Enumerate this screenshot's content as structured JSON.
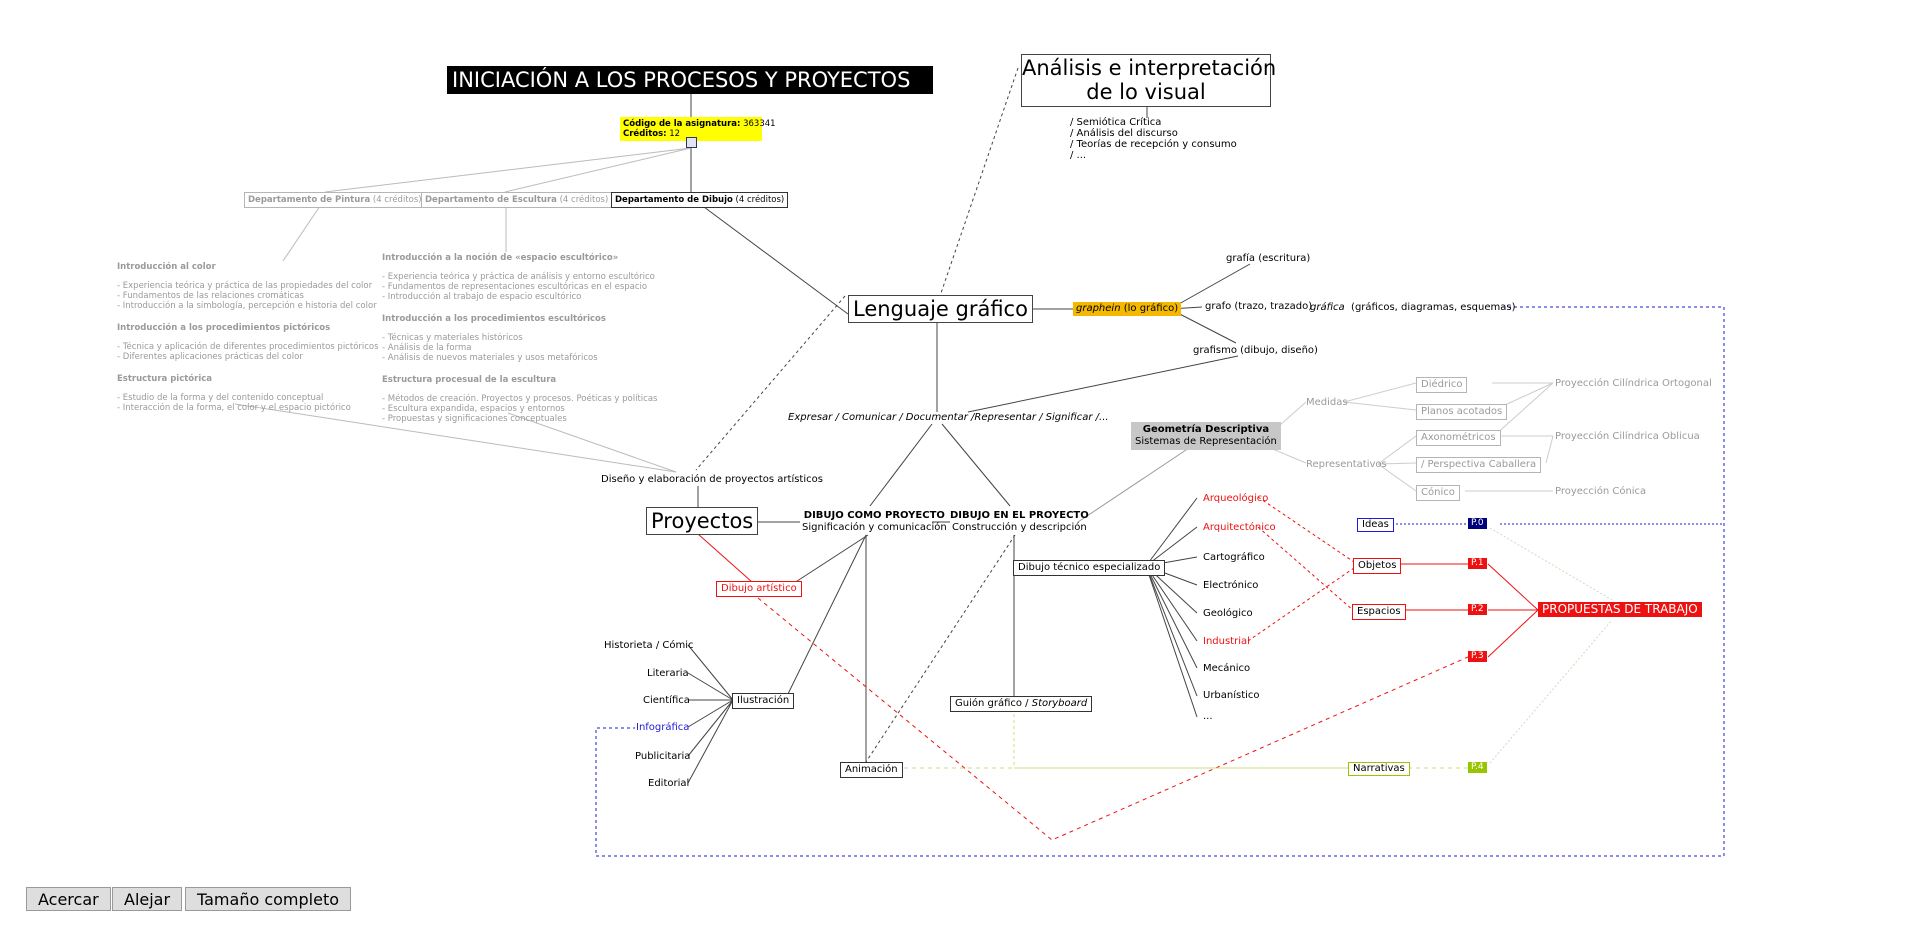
{
  "header": {
    "title": "INICIACIÓN A LOS PROCESOS Y PROYECTOS",
    "code_label": "Código de la asignatura:",
    "code_value": "363341",
    "credits_label": "Créditos:",
    "credits_value": "12"
  },
  "analysis": {
    "title_line1": "Análisis e interpretación",
    "title_line2": "de lo visual",
    "items": [
      "/ Semiótica Crítica",
      "/ Análisis del discurso",
      "/ Teorías de recepción y consumo",
      "/ ..."
    ]
  },
  "departments": {
    "pintura": {
      "name": "Departamento de Pintura",
      "credits": "(4 créditos)"
    },
    "escultura": {
      "name": "Departamento de Escultura",
      "credits": "(4 créditos)"
    },
    "dibujo": {
      "name": "Departamento de Dibujo",
      "credits": "(4 créditos)"
    }
  },
  "pintura_sections": [
    {
      "heading": "Introducción al color",
      "items": [
        "- Experiencia teórica y práctica de las propiedades del color",
        "- Fundamentos de las relaciones cromáticas",
        "- Introducción a la simbología, percepción e historia del color"
      ]
    },
    {
      "heading": "Introducción a los procedimientos pictóricos",
      "items": [
        "- Técnica y aplicación de diferentes procedimientos pictóricos",
        "- Diferentes aplicaciones prácticas del color"
      ]
    },
    {
      "heading": "Estructura pictórica",
      "items": [
        "- Estudio de la forma y del contenido conceptual",
        "- Interacción de la forma, el color y el espacio pictórico"
      ]
    }
  ],
  "escultura_sections": [
    {
      "heading": "Introducción a la noción de «espacio escultórico»",
      "items": [
        "- Experiencia teórica y práctica de análisis y entorno escultórico",
        "- Fundamentos de representaciones escultóricas en el espacio",
        "- Introducción al trabajo de espacio escultórico"
      ]
    },
    {
      "heading": "Introducción a los procedimientos escultóricos",
      "items": [
        "- Técnicas y materiales históricos",
        "- Análisis de la forma",
        "- Análisis de nuevos materiales y usos metafóricos"
      ]
    },
    {
      "heading": "Estructura procesual de la escultura",
      "items": [
        "- Métodos de creación. Proyectos y procesos. Poéticas y políticas",
        "- Escultura expandida, espacios y entornos",
        "- Propuestas y significaciones conceptuales"
      ]
    }
  ],
  "lenguaje": {
    "title": "Lenguaje gráfico",
    "graphein": "graphein",
    "graphein_note": "(lo gráfico)",
    "grafia": "grafía (escritura)",
    "grafo": "grafo (trazo, trazado)",
    "grafica": "gráfica",
    "grafica_note": "(gráficos, diagramas, esquemas)",
    "grafismo": "grafismo (dibujo, diseño)",
    "verbs": "Expresar / Comunicar / Documentar /Representar / Significar /..."
  },
  "proyectos": {
    "title": "Proyectos",
    "diseno": "Diseño y elaboración de proyectos artísticos",
    "dibujo_como": "DIBUJO COMO PROYECTO",
    "dibujo_como_sub": "Significación y comunicación",
    "dibujo_en": "DIBUJO EN EL PROYECTO",
    "dibujo_en_sub": "Construcción y descripción",
    "dibujo_artistico": "Dibujo artístico",
    "ilustracion": "Ilustración",
    "animacion": "Animación",
    "guion": "Guión gráfico / ",
    "guion_italic": "Storyboard",
    "tecnico": "Dibujo técnico especializado"
  },
  "ilustracion_items": [
    "Historieta / Cómic",
    "Literaria",
    "Científica",
    "Infográfica",
    "Publicitaria",
    "Editorial"
  ],
  "tecnico_items": [
    "Arqueológico",
    "Arquitectónico",
    "Cartográfico",
    "Electrónico",
    "Geológico",
    "Industrial",
    "Mecánico",
    "Urbanístico",
    "..."
  ],
  "geometria": {
    "title": "Geometría Descriptiva",
    "subtitle": "Sistemas de Representación",
    "medidas": "Medidas",
    "representativos": "Representativos",
    "items": [
      "Diédrico",
      "Planos acotados",
      "Axonométricos",
      "/ Perspectiva Caballera",
      "Cónico"
    ],
    "projections": [
      "Proyección Cilíndrica Ortogonal",
      "Proyección Cilíndrica Oblicua",
      "Proyección Cónica"
    ]
  },
  "trabajo": {
    "ideas": "Ideas",
    "objetos": "Objetos",
    "espacios": "Espacios",
    "narrativas": "Narrativas",
    "p0": "P.0",
    "p1": "P.1",
    "p2": "P.2",
    "p3": "P.3",
    "p4": "P.4",
    "propuestas": "PROPUESTAS DE TRABAJO"
  },
  "controls": {
    "zoom_in": "Acercar",
    "zoom_out": "Alejar",
    "full_size": "Tamaño completo"
  },
  "colors": {
    "red": "#ee1111",
    "blue": "#1c1cd6",
    "navy": "#00007a",
    "green": "#99c400",
    "yellow": "#ffff00",
    "orange": "#f5b800",
    "gray": "#9a9a9a"
  }
}
